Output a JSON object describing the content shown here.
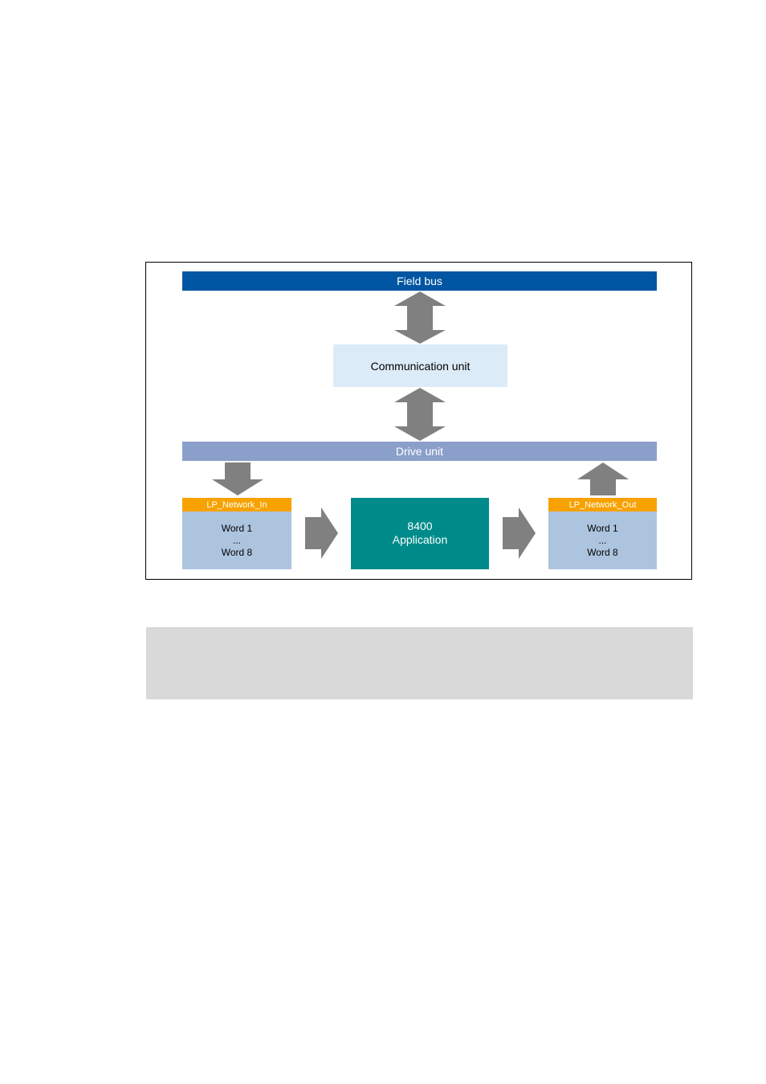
{
  "diagram": {
    "field_bus_label": "Field bus",
    "communication_unit_label": "Communication unit",
    "drive_unit_label": "Drive unit",
    "lp_network_in": {
      "header": "LP_Network_In",
      "word_first": "Word 1",
      "ellipsis": "...",
      "word_last": "Word 8"
    },
    "application": {
      "line1": "8400",
      "line2": "Application"
    },
    "lp_network_out": {
      "header": "LP_Network_Out",
      "word_first": "Word 1",
      "ellipsis": "...",
      "word_last": "Word 8"
    }
  },
  "colors": {
    "field_bus": "#0056a3",
    "communication_unit": "#dcebf8",
    "drive_unit": "#8b9fcb",
    "lp_header": "#f7a200",
    "lp_body": "#adc4de",
    "application": "#008b8b",
    "arrow": "#808080",
    "note_box": "#d9d9d9"
  }
}
